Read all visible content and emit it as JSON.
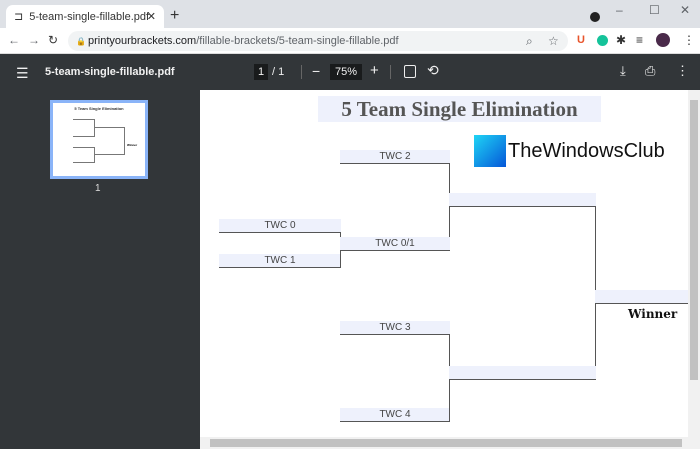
{
  "browser": {
    "tab_title": "5-team-single-fillable.pdf",
    "url_host": "printyourbrackets.com",
    "url_path": "/fillable-brackets/5-team-single-fillable.pdf"
  },
  "pdf_toolbar": {
    "filename": "5-team-single-fillable.pdf",
    "page_current": "1",
    "page_total": "/ 1",
    "zoom": "75%"
  },
  "sidebar": {
    "thumb_page": "1",
    "thumb_title": "5 Team Single Elimination",
    "thumb_winner": "Winner"
  },
  "document": {
    "title": "5 Team Single Elimination",
    "logo_text": "TheWindowsClub",
    "winner_label": "Winner",
    "teams": {
      "t0": "TWC 0",
      "t1": "TWC 1",
      "t2": "TWC 2",
      "t01": "TWC 0/1",
      "t3": "TWC 3",
      "t4": "TWC 4"
    }
  },
  "colors": {
    "field": "#eef1fc",
    "toolbar": "#323639"
  }
}
